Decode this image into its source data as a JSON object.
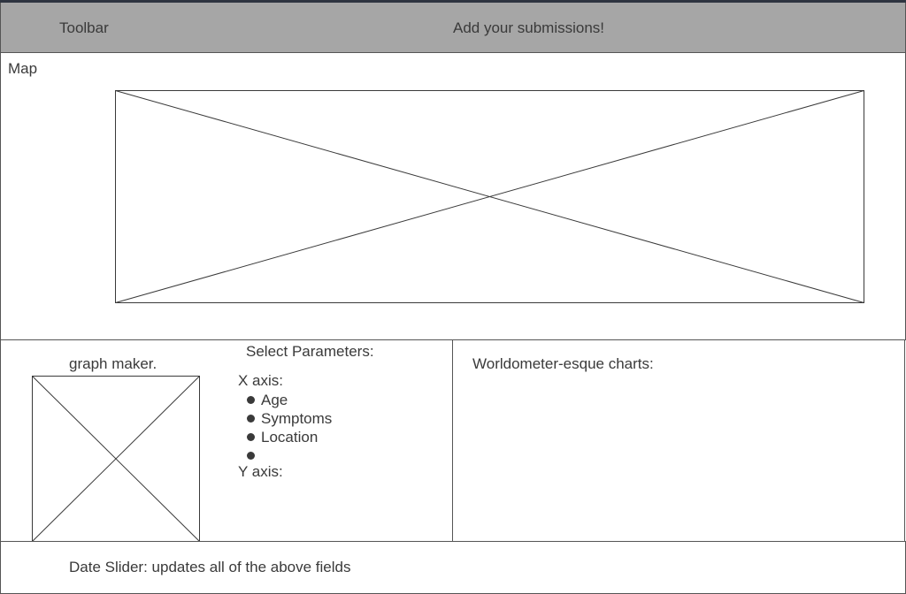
{
  "toolbar": {
    "label": "Toolbar",
    "submissions_link": "Add your submissions!"
  },
  "map": {
    "label": "Map"
  },
  "graph_maker": {
    "label": "graph maker."
  },
  "parameters": {
    "title": "Select Parameters:",
    "x_axis_label": "X axis:",
    "x_axis_options": [
      "Age",
      "Symptoms",
      "Location",
      ""
    ],
    "y_axis_label": "Y axis:"
  },
  "charts": {
    "label": "Worldometer-esque charts:"
  },
  "date_slider": {
    "label": "Date Slider: updates all of the above fields"
  }
}
